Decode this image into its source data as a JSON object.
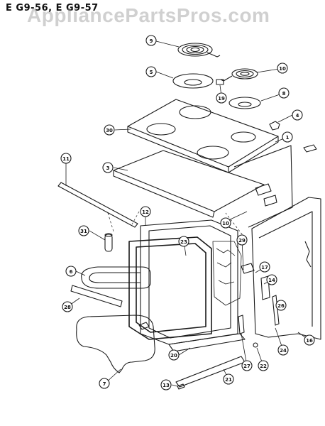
{
  "header": {
    "model_title": "E G9-56, E G9-57",
    "watermark": "AppliancePartsPros.com"
  },
  "callouts": [
    "9",
    "10",
    "5",
    "19",
    "8",
    "4",
    "30",
    "1",
    "11",
    "3",
    "10",
    "12",
    "31",
    "23",
    "29",
    "17",
    "14",
    "26",
    "6",
    "28",
    "16",
    "24",
    "22",
    "27",
    "20",
    "7",
    "13",
    "21"
  ],
  "colors": {
    "line": "#1a1a1a",
    "watermark": "#999999"
  }
}
